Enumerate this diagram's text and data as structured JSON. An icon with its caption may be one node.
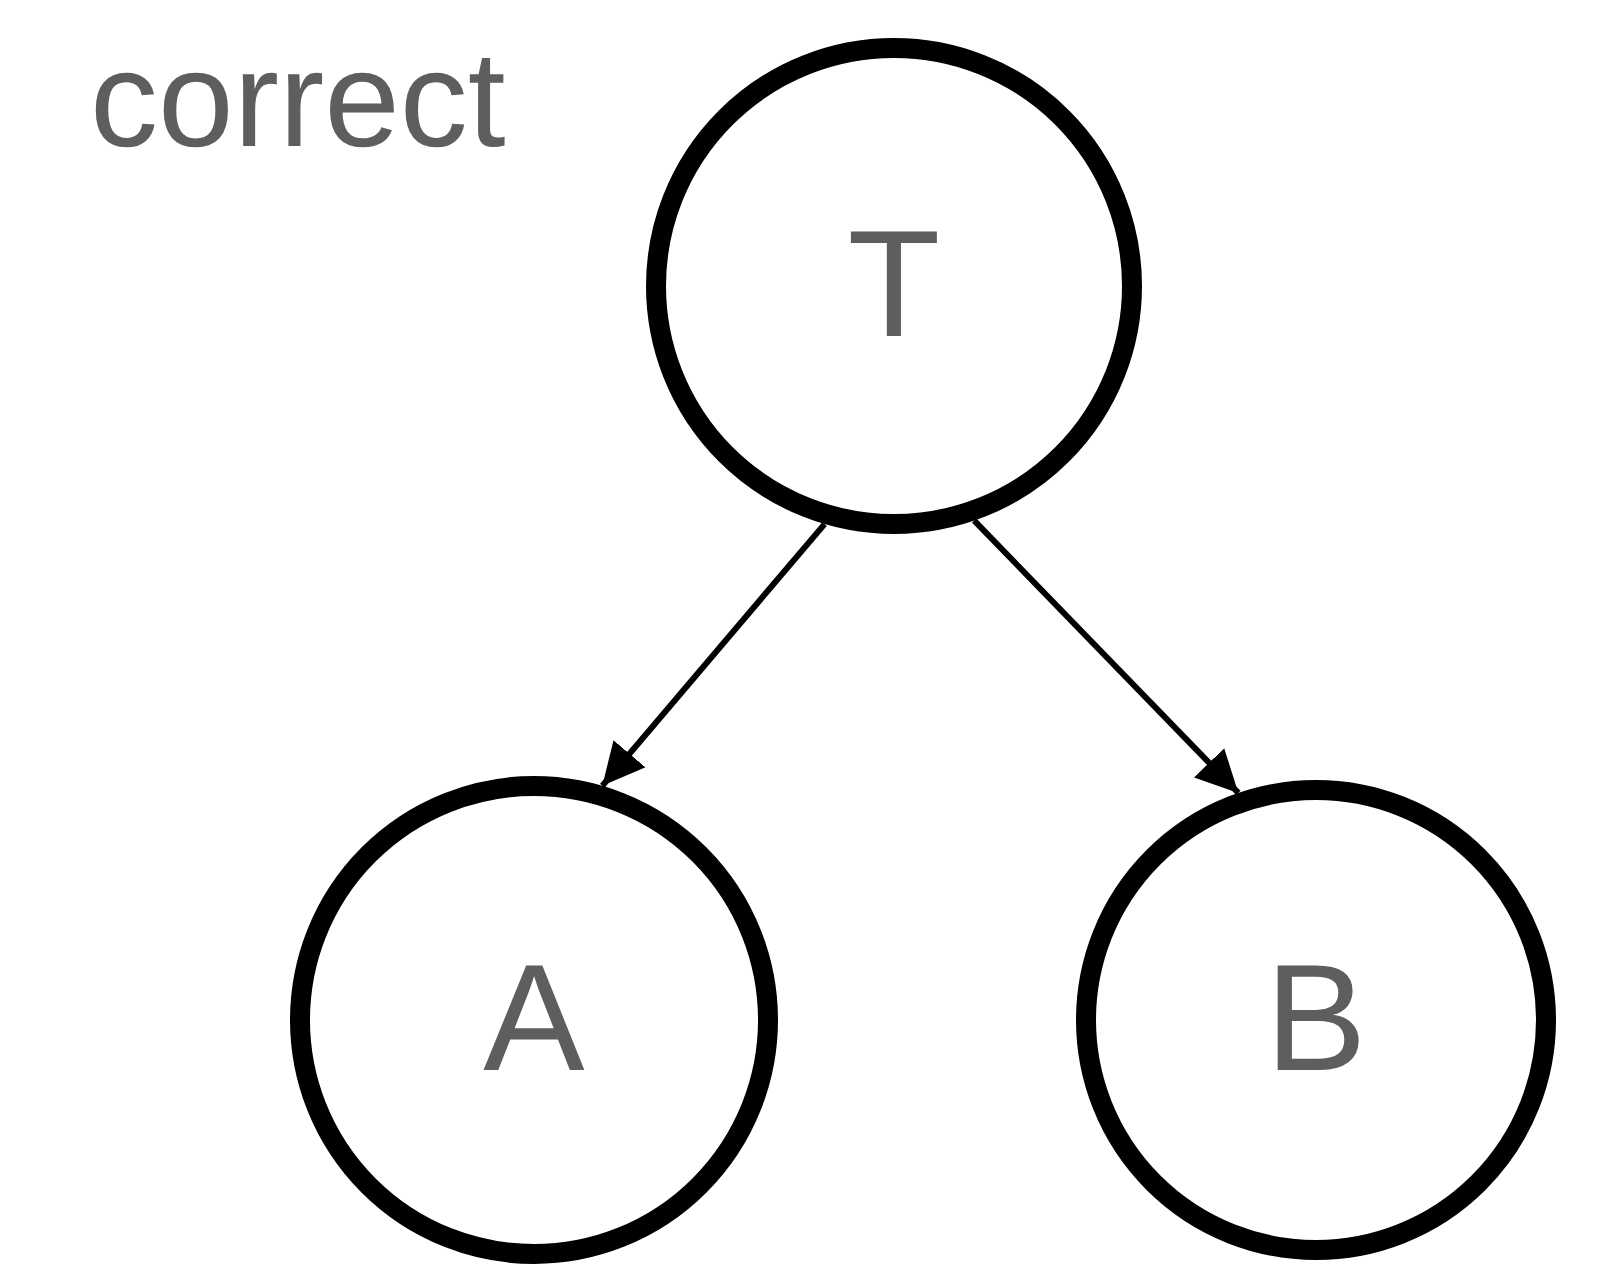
{
  "diagram": {
    "nodes": [
      {
        "text": [
          "T"
        ]
      },
      {
        "text": [
          "A"
        ]
      },
      {
        "text": [
          "B"
        ]
      }
    ],
    "edges": [
      {
        "from": 0,
        "to": 1,
        "arrow": "to"
      },
      {
        "from": 0,
        "to": 2,
        "arrow": "to"
      }
    ],
    "labels": [
      "correct"
    ]
  }
}
